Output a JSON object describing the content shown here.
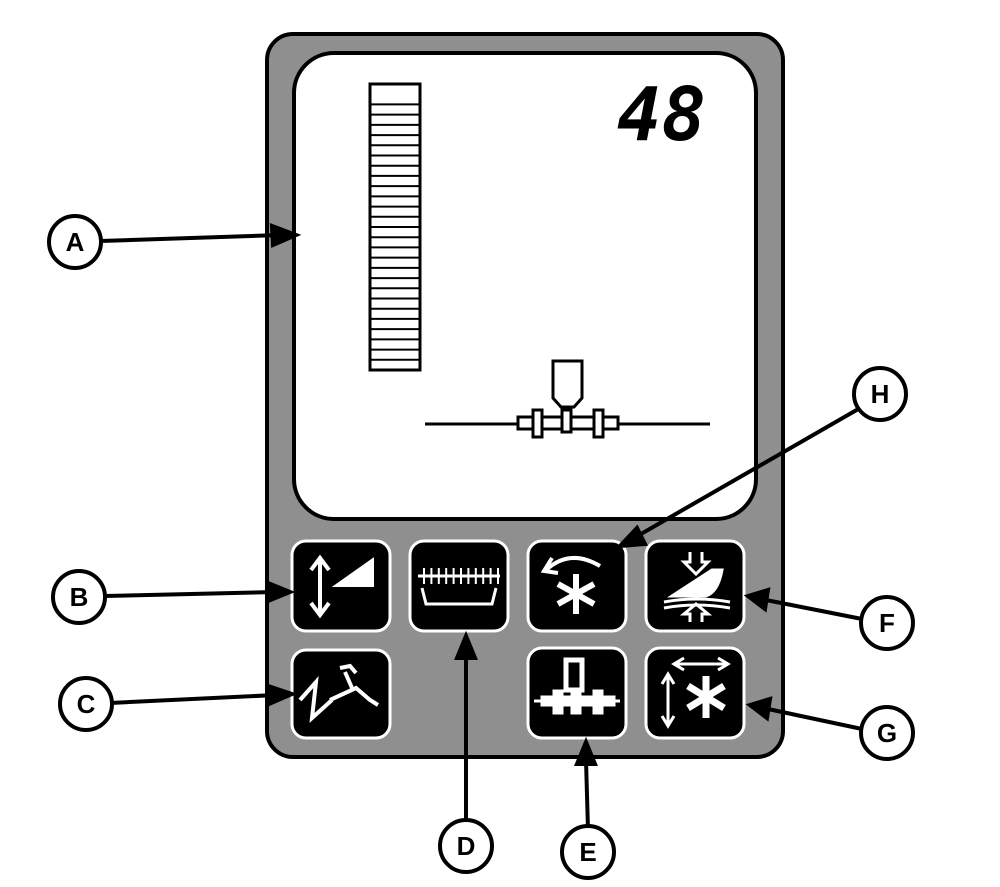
{
  "display": {
    "readout": "48",
    "bar_segments_filled": 26,
    "bar_segments_total": 28
  },
  "buttons": [
    {
      "id": "B",
      "icon": "raise-lower-header-icon"
    },
    {
      "id": "C",
      "icon": "reel-fore-aft-icon"
    },
    {
      "id": "D",
      "icon": "cutterbar-icon"
    },
    {
      "id": "E",
      "icon": "header-float-icon"
    },
    {
      "id": "F",
      "icon": "feed-plate-icon"
    },
    {
      "id": "G",
      "icon": "reel-position-icon"
    },
    {
      "id": "H",
      "icon": "reel-speed-icon"
    }
  ],
  "callouts": {
    "A": "A",
    "B": "B",
    "C": "C",
    "D": "D",
    "E": "E",
    "F": "F",
    "G": "G",
    "H": "H"
  },
  "colors": {
    "housing": "#8f8f8f",
    "screen": "#ffffff",
    "button": "#000000",
    "line": "#000000"
  }
}
